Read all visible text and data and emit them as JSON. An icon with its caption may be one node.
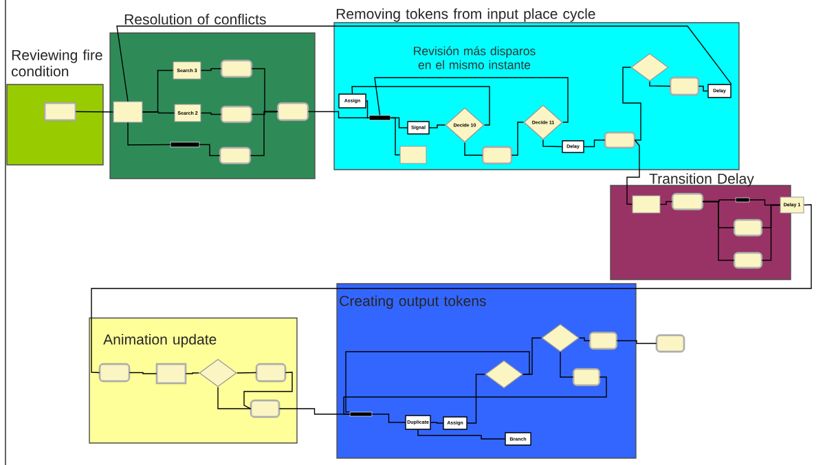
{
  "diagram": {
    "nodes": [
      {
        "text": [
          "Reviewing fire condition"
        ]
      },
      {
        "text": [
          "Resolution of conflicts"
        ]
      },
      {
        "text": [
          "Removing tokens from input place cycle"
        ]
      },
      {
        "text": [
          "Transition Delay"
        ]
      },
      {
        "text": [
          "Animation update"
        ]
      },
      {
        "text": [
          "Creating output tokens"
        ]
      },
      {
        "text": [],
        "shape": "box",
        "in": 0
      },
      {
        "text": [],
        "shape": "box",
        "in": 1
      },
      {
        "text": [
          "Search 3"
        ],
        "in": 1
      },
      {
        "text": [],
        "shape": "box",
        "in": 1
      },
      {
        "text": [
          "Search 2"
        ],
        "in": 1
      },
      {
        "text": [],
        "shape": "box",
        "in": 1
      },
      {
        "text": [],
        "shape": "bar",
        "in": 1
      },
      {
        "text": [],
        "shape": "box",
        "in": 1
      },
      {
        "text": [],
        "shape": "box",
        "in": 1
      },
      {
        "text": [
          "Assign"
        ],
        "in": 2
      },
      {
        "text": [],
        "shape": "bar",
        "in": 2
      },
      {
        "text": [
          "Signal"
        ],
        "in": 2
      },
      {
        "text": [
          "Decide 10"
        ],
        "in": 2
      },
      {
        "text": [],
        "shape": "box",
        "in": 2
      },
      {
        "text": [],
        "shape": "box",
        "in": 2
      },
      {
        "text": [
          "Decide 11"
        ],
        "in": 2
      },
      {
        "text": [
          "Delay"
        ],
        "in": 2
      },
      {
        "text": [],
        "shape": "box",
        "in": 2
      },
      {
        "text": [],
        "shape": "diamond",
        "in": 2
      },
      {
        "text": [],
        "shape": "box",
        "in": 2
      },
      {
        "text": [
          "Delay"
        ],
        "in": 2
      },
      {
        "text": [],
        "shape": "box",
        "in": 3
      },
      {
        "text": [],
        "shape": "box",
        "in": 3
      },
      {
        "text": [],
        "shape": "bar",
        "in": 3
      },
      {
        "text": [
          "Delay 1"
        ]
      },
      {
        "text": [],
        "shape": "box",
        "in": 3
      },
      {
        "text": [],
        "shape": "box",
        "in": 3
      },
      {
        "text": [],
        "shape": "box",
        "in": 4
      },
      {
        "text": [],
        "shape": "box",
        "in": 4
      },
      {
        "text": [],
        "shape": "diamond",
        "in": 4
      },
      {
        "text": [],
        "shape": "box",
        "in": 4
      },
      {
        "text": [],
        "shape": "box",
        "in": 4
      },
      {
        "text": [],
        "shape": "bar",
        "in": 5
      },
      {
        "text": [
          "Duplicate"
        ],
        "in": 5
      },
      {
        "text": [
          "Assign"
        ],
        "in": 5
      },
      {
        "text": [],
        "shape": "diamond",
        "in": 5
      },
      {
        "text": [],
        "shape": "diamond",
        "in": 5
      },
      {
        "text": [],
        "shape": "box",
        "in": 5
      },
      {
        "text": [],
        "shape": "box",
        "in": 5
      },
      {
        "text": [
          "Branch"
        ],
        "in": 5
      },
      {
        "text": [],
        "shape": "box"
      }
    ],
    "edges": [
      {
        "from": 6,
        "to": 7,
        "arrow": "none"
      },
      {
        "from": 7,
        "to": 8,
        "arrow": "none"
      },
      {
        "from": 7,
        "to": 10,
        "arrow": "none"
      },
      {
        "from": 7,
        "to": 12,
        "arrow": "none"
      },
      {
        "from": 8,
        "to": 9,
        "arrow": "none"
      },
      {
        "from": 10,
        "to": 11,
        "arrow": "none"
      },
      {
        "from": 12,
        "to": 13,
        "arrow": "none"
      },
      {
        "from": 9,
        "to": 14,
        "arrow": "none"
      },
      {
        "from": 11,
        "to": 14,
        "arrow": "none"
      },
      {
        "from": 13,
        "to": 14,
        "arrow": "none"
      },
      {
        "from": 14,
        "to": 16,
        "arrow": "none"
      },
      {
        "from": 15,
        "to": 16,
        "arrow": "none"
      },
      {
        "from": 16,
        "to": 17,
        "arrow": "none"
      },
      {
        "from": 16,
        "to": 19,
        "arrow": "none"
      },
      {
        "from": 17,
        "to": 18,
        "arrow": "none"
      },
      {
        "from": 18,
        "to": 20,
        "arrow": "none"
      },
      {
        "from": 20,
        "to": 21,
        "arrow": "none"
      },
      {
        "from": 21,
        "to": 22,
        "arrow": "none"
      },
      {
        "from": 22,
        "to": 23,
        "arrow": "none"
      },
      {
        "from": 23,
        "to": 24,
        "arrow": "none"
      },
      {
        "from": 24,
        "to": 25,
        "arrow": "none"
      },
      {
        "from": 25,
        "to": 26,
        "arrow": "none"
      },
      {
        "from": 18,
        "to": 15,
        "arrow": "none"
      },
      {
        "from": 21,
        "to": 16,
        "arrow": "none"
      },
      {
        "from": 26,
        "to": 7,
        "arrow": "none"
      },
      {
        "from": 23,
        "to": 27,
        "arrow": "none"
      },
      {
        "from": 27,
        "to": 28,
        "arrow": "none"
      },
      {
        "from": 28,
        "to": 29,
        "arrow": "none"
      },
      {
        "from": 28,
        "to": 31,
        "arrow": "none"
      },
      {
        "from": 28,
        "to": 32,
        "arrow": "none"
      },
      {
        "from": 29,
        "to": 30,
        "arrow": "none"
      },
      {
        "from": 31,
        "to": 30,
        "arrow": "none"
      },
      {
        "from": 32,
        "to": 30,
        "arrow": "none"
      },
      {
        "from": 30,
        "to": 33,
        "arrow": "none"
      },
      {
        "from": 33,
        "to": 34,
        "arrow": "none"
      },
      {
        "from": 34,
        "to": 35,
        "arrow": "none"
      },
      {
        "from": 35,
        "to": 36,
        "arrow": "none"
      },
      {
        "from": 35,
        "to": 37,
        "arrow": "none"
      },
      {
        "from": 36,
        "to": 37,
        "arrow": "none"
      },
      {
        "from": 37,
        "to": 38,
        "arrow": "none"
      },
      {
        "from": 38,
        "to": 39,
        "arrow": "none"
      },
      {
        "from": 39,
        "to": 40,
        "arrow": "none"
      },
      {
        "from": 39,
        "to": 45,
        "arrow": "none"
      },
      {
        "from": 40,
        "to": 41,
        "arrow": "none"
      },
      {
        "from": 41,
        "to": 42,
        "arrow": "none"
      },
      {
        "from": 41,
        "to": 38,
        "arrow": "none"
      },
      {
        "from": 42,
        "to": 43,
        "arrow": "none"
      },
      {
        "from": 42,
        "to": 44,
        "arrow": "none"
      },
      {
        "from": 44,
        "to": 38,
        "arrow": "none"
      },
      {
        "from": 43,
        "to": 46,
        "arrow": "none"
      }
    ],
    "labels": [
      "Revisión más disparos en el mismo instante"
    ]
  }
}
